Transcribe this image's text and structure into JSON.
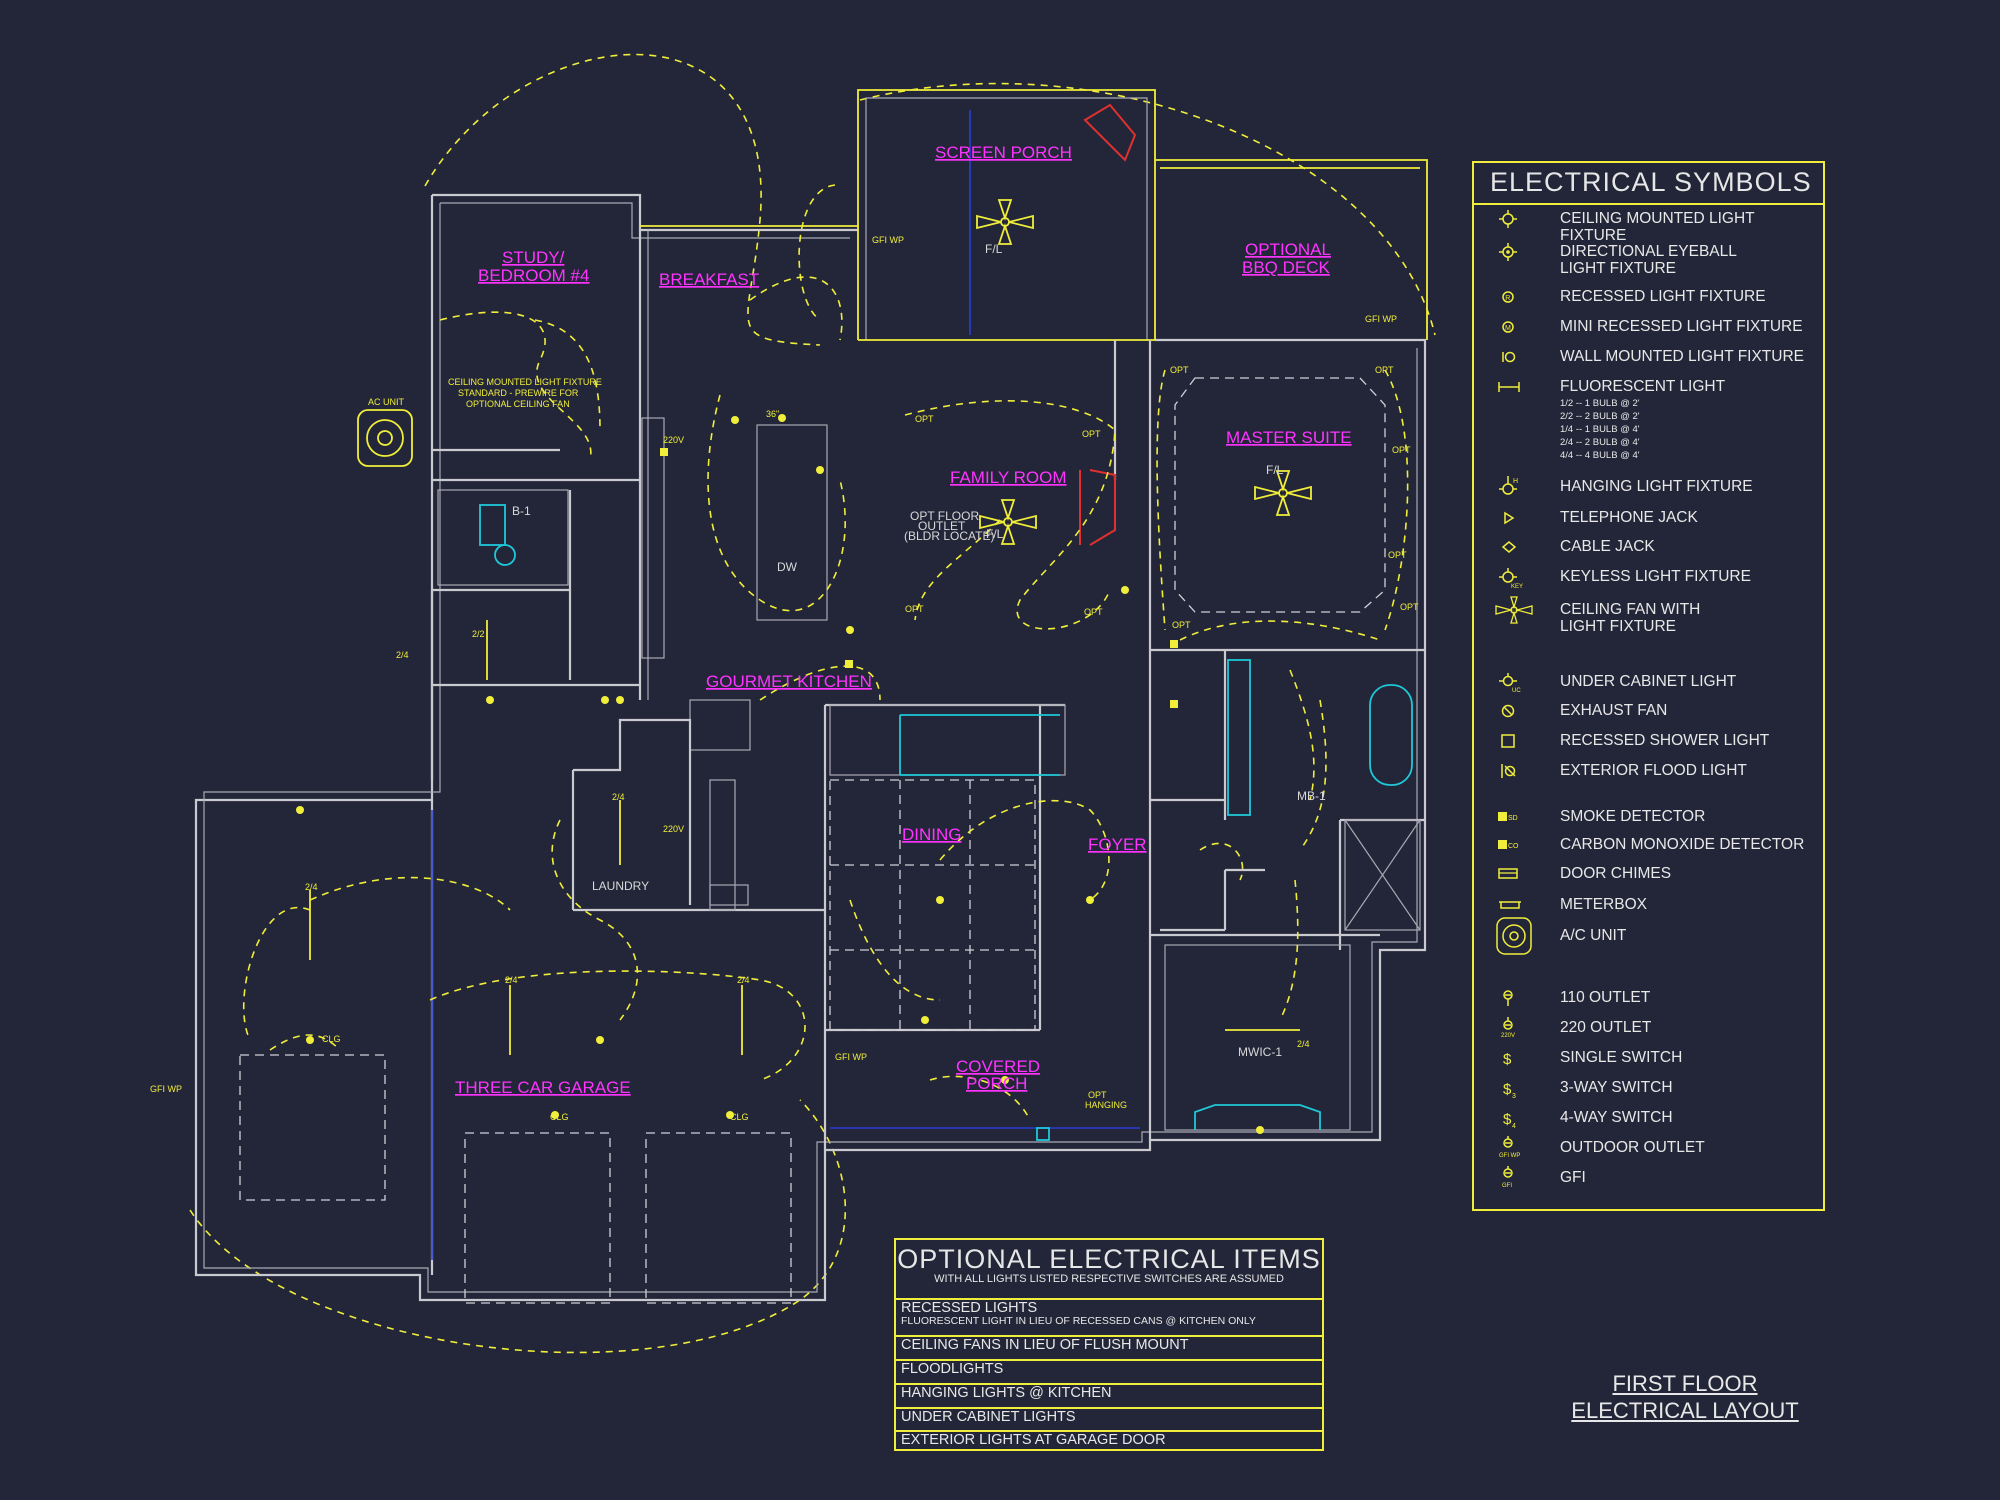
{
  "rooms": {
    "screen_porch": "SCREEN PORCH",
    "study_line1": "STUDY/",
    "study_line2": "BEDROOM #4",
    "breakfast": "BREAKFAST",
    "bbq_line1": "OPTIONAL",
    "bbq_line2": "BBQ DECK",
    "master_suite": "MASTER SUITE",
    "family_room": "FAMILY ROOM",
    "gourmet_kitchen": "GOURMET KITCHEN",
    "dining": "DINING",
    "foyer": "FOYER",
    "three_car_garage": "THREE CAR GARAGE",
    "covered_porch_line1": "COVERED",
    "covered_porch_line2": "PORCH",
    "laundry": "LAUNDRY",
    "b1": "B-1",
    "mb1": "MB-1",
    "mwic1": "MWIC-1"
  },
  "notes": {
    "ac_unit": "AC UNIT",
    "ceiling_fixture_note_1": "CEILING MOUNTED LIGHT FIXTURE",
    "ceiling_fixture_note_2": "STANDARD - PREWIRE FOR",
    "ceiling_fixture_note_3": "OPTIONAL CEILING FAN",
    "opt_floor_1": "OPT FLOOR",
    "opt_floor_2": "OUTLET",
    "opt_floor_3": "(BLDR LOCATE)",
    "fl": "F/L",
    "opt": "OPT",
    "gfi_wp": "GFI WP",
    "clg": "CLG",
    "opt_hanging_1": "OPT",
    "opt_hanging_2": "HANGING",
    "dw": "DW",
    "v220": "220V",
    "two_four": "2/4",
    "two_two": "2/2",
    "deg36": "36\""
  },
  "symbols": {
    "title": "ELECTRICAL SYMBOLS",
    "items": [
      {
        "icon": "ceiling-light-icon",
        "label": "CEILING MOUNTED LIGHT FIXTURE"
      },
      {
        "icon": "eyeball-light-icon",
        "label": "DIRECTIONAL EYEBALL",
        "label2": "LIGHT FIXTURE"
      },
      {
        "icon": "recessed-light-icon",
        "label": "RECESSED LIGHT FIXTURE"
      },
      {
        "icon": "mini-recessed-icon",
        "label": "MINI RECESSED LIGHT FIXTURE"
      },
      {
        "icon": "wall-light-icon",
        "label": "WALL MOUNTED LIGHT FIXTURE"
      },
      {
        "icon": "fluorescent-icon",
        "label": "FLUORESCENT LIGHT"
      },
      {
        "icon": "hanging-light-icon",
        "label": "HANGING LIGHT FIXTURE"
      },
      {
        "icon": "telephone-jack-icon",
        "label": "TELEPHONE JACK"
      },
      {
        "icon": "cable-jack-icon",
        "label": "CABLE JACK"
      },
      {
        "icon": "keyless-light-icon",
        "label": "KEYLESS LIGHT FIXTURE"
      },
      {
        "icon": "ceiling-fan-icon",
        "label": "CEILING FAN WITH",
        "label2": "LIGHT FIXTURE"
      },
      {
        "icon": "under-cabinet-icon",
        "label": "UNDER CABINET LIGHT"
      },
      {
        "icon": "exhaust-fan-icon",
        "label": "EXHAUST FAN"
      },
      {
        "icon": "shower-light-icon",
        "label": "RECESSED SHOWER LIGHT"
      },
      {
        "icon": "flood-light-icon",
        "label": "EXTERIOR FLOOD LIGHT"
      },
      {
        "icon": "smoke-detector-icon",
        "label": "SMOKE DETECTOR"
      },
      {
        "icon": "co-detector-icon",
        "label": "CARBON MONOXIDE DETECTOR"
      },
      {
        "icon": "door-chime-icon",
        "label": "DOOR CHIMES"
      },
      {
        "icon": "meterbox-icon",
        "label": "METERBOX"
      },
      {
        "icon": "ac-unit-icon",
        "label": "A/C UNIT"
      },
      {
        "icon": "outlet-110-icon",
        "label": "110 OUTLET"
      },
      {
        "icon": "outlet-220-icon",
        "label": "220 OUTLET"
      },
      {
        "icon": "single-switch-icon",
        "label": "SINGLE SWITCH"
      },
      {
        "icon": "three-way-switch-icon",
        "label": "3-WAY SWITCH"
      },
      {
        "icon": "four-way-switch-icon",
        "label": "4-WAY SWITCH"
      },
      {
        "icon": "outdoor-outlet-icon",
        "label": "OUTDOOR OUTLET"
      },
      {
        "icon": "gfi-icon",
        "label": "GFI"
      }
    ],
    "fluorescent_sub": [
      "1/2 -- 1 BULB @ 2'",
      "2/2 -- 2 BULB @ 2'",
      "1/4 -- 1 BULB @ 4'",
      "2/4 -- 2 BULB @ 4'",
      "4/4 -- 4 BULB @ 4'"
    ],
    "icon_codes": {
      "smoke": "SD",
      "co": "CO",
      "key": "KEY",
      "uc": "UC",
      "v220": "220V",
      "gfi_wp": "GFI WP",
      "gfi": "GFI"
    }
  },
  "optional_items": {
    "title": "OPTIONAL ELECTRICAL ITEMS",
    "subtitle": "WITH ALL LIGHTS LISTED RESPECTIVE SWITCHES ARE ASSUMED",
    "items": [
      {
        "label": "RECESSED LIGHTS",
        "note": "FLUORESCENT LIGHT IN LIEU OF RECESSED CANS @ KITCHEN ONLY"
      },
      {
        "label": "CEILING FANS IN LIEU OF FLUSH MOUNT"
      },
      {
        "label": "FLOODLIGHTS"
      },
      {
        "label": "HANGING LIGHTS @ KITCHEN"
      },
      {
        "label": "UNDER CABINET LIGHTS"
      },
      {
        "label": "EXTERIOR LIGHTS AT GARAGE DOOR"
      }
    ]
  },
  "sheet": {
    "title_line1": "FIRST FLOOR",
    "title_line2": "ELECTRICAL LAYOUT"
  },
  "colors": {
    "background": "#232638",
    "walls": "#c9c9d0",
    "wiring": "#f0ee3a",
    "room_labels": "#ff33ff",
    "fixtures": "#1fc8d8"
  }
}
